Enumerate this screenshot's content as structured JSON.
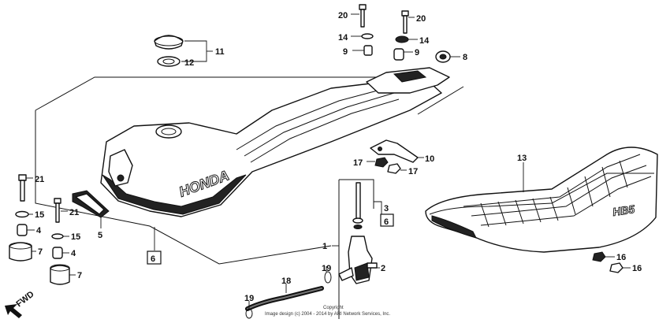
{
  "callouts": {
    "n1": "1",
    "n2": "2",
    "n3": "3",
    "n4a": "4",
    "n4b": "4",
    "n5": "5",
    "n6a": "6",
    "n6b": "6",
    "n7a": "7",
    "n7b": "7",
    "n8": "8",
    "n9a": "9",
    "n9b": "9",
    "n10": "10",
    "n11": "11",
    "n12": "12",
    "n13": "13",
    "n14a": "14",
    "n14b": "14",
    "n15a": "15",
    "n15b": "15",
    "n16a": "16",
    "n16b": "16",
    "n17a": "17",
    "n17b": "17",
    "n18": "18",
    "n19a": "19",
    "n19b": "19",
    "n20a": "20",
    "n20b": "20",
    "n21a": "21",
    "n21b": "21"
  },
  "tank_brand": "HONDA",
  "seat_brand": "HB5",
  "direction": "FWD",
  "copyright": {
    "line1": "Copyright",
    "line2": "Image design (c) 2004 - 2014 by ARI Network Services, Inc."
  },
  "colors": {
    "ink": "#111111",
    "paper": "#ffffff"
  }
}
